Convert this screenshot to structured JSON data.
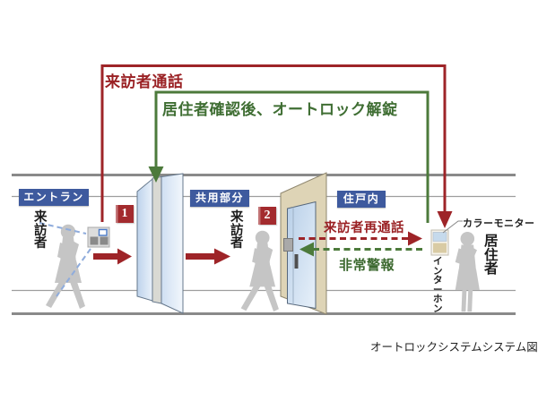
{
  "colors": {
    "red_accent": "#9e2428",
    "green_accent": "#4c7a3b",
    "zone_label_blue": "#3e5a9e",
    "dashed_link_blue": "#8facdc",
    "baseline_gray": "#8a8a8a",
    "silhouette_gray": "#c5c5c5"
  },
  "flow_labels": {
    "visitor_call": "来訪者通話",
    "auto_unlock": "居住者確認後、オートロック解錠",
    "visitor_recall": "来訪者再通話",
    "emergency_alarm": "非常警報"
  },
  "zone_labels": {
    "entrance": "エントランス",
    "common_area": "共用部分",
    "dwelling": "住戸内"
  },
  "step_badges": {
    "step1": "1",
    "step2": "2"
  },
  "people_labels": {
    "visitor_entrance": "来訪者",
    "visitor_common": "来訪者",
    "resident": "居住者"
  },
  "device_labels": {
    "color_monitor": "カラーモニター",
    "intercom": "インターホン"
  },
  "caption": "オートロックシステムシステム図"
}
